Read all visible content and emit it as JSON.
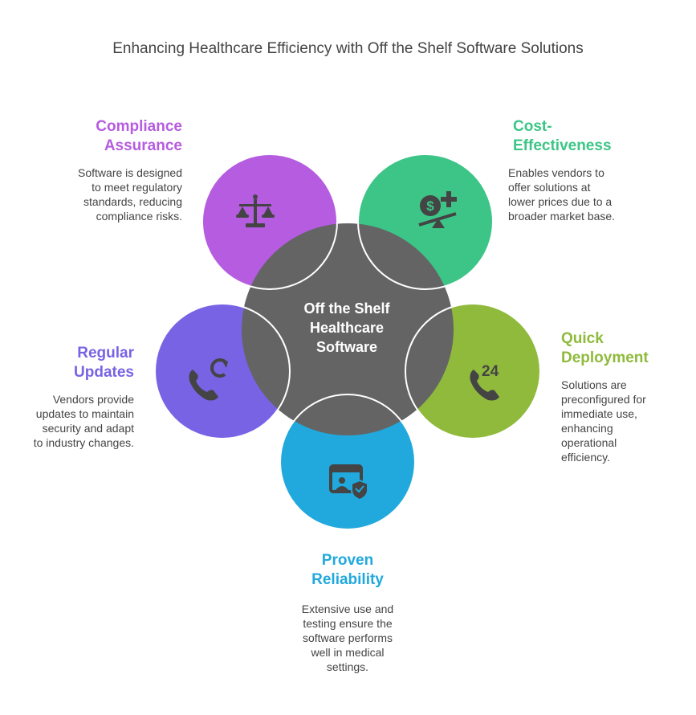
{
  "title": "Enhancing Healthcare Efficiency with Off the Shelf Software Solutions",
  "center": {
    "lines": [
      "Off the Shelf",
      "Healthcare",
      "Software"
    ],
    "color": "#646464"
  },
  "items": [
    {
      "key": "compliance",
      "heading_lines": [
        "Compliance",
        "Assurance"
      ],
      "desc_lines": [
        "Software is designed",
        "to meet regulatory",
        "standards, reducing",
        "compliance risks."
      ],
      "color": "#B55CE0",
      "icon": "scales-icon"
    },
    {
      "key": "cost",
      "heading_lines": [
        "Cost-",
        "Effectiveness"
      ],
      "desc_lines": [
        "Enables vendors to",
        "offer solutions at",
        "lower prices due to a",
        "broader market base."
      ],
      "color": "#3CC586",
      "icon": "dollar-balance-icon"
    },
    {
      "key": "quick",
      "heading_lines": [
        "Quick",
        "Deployment"
      ],
      "desc_lines": [
        "Solutions are",
        "preconfigured for",
        "immediate use,",
        "enhancing",
        "operational",
        "efficiency."
      ],
      "color": "#8FBA3B",
      "icon": "phone-24-icon"
    },
    {
      "key": "proven",
      "heading_lines": [
        "Proven",
        "Reliability"
      ],
      "desc_lines": [
        "Extensive use and",
        "testing ensure the",
        "software performs",
        "well in medical",
        "settings."
      ],
      "color": "#21A9DD",
      "icon": "verified-user-icon"
    },
    {
      "key": "regular",
      "heading_lines": [
        "Regular",
        "Updates"
      ],
      "desc_lines": [
        "Vendors provide",
        "updates to maintain",
        "security and adapt",
        "to industry changes."
      ],
      "color": "#7863E5",
      "icon": "phone-refresh-icon"
    }
  ]
}
